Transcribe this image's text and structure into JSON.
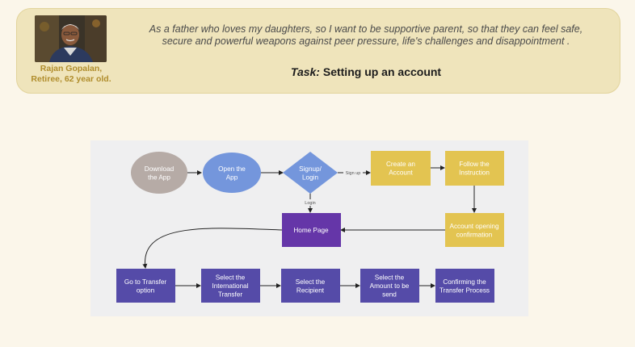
{
  "persona": {
    "name": "Rajan Gopalan, Retiree, 62 year old.",
    "quote_line1": "As a father who loves my daughters, so I want to be supportive parent, so that they can feel safe,",
    "quote_line2": "secure and powerful weapons against peer pressure, life's challenges and disappointment .",
    "task_label": "Task:",
    "task_title": "Setting up an account"
  },
  "flowchart": {
    "nodes": {
      "download": [
        "Download",
        "the App"
      ],
      "open": [
        "Open the",
        "App"
      ],
      "signup": [
        "Signup/",
        "Login"
      ],
      "create": [
        "Create an",
        "Account"
      ],
      "follow": [
        "Follow the",
        "Instruction"
      ],
      "confirm": [
        "Account opening",
        "confirmation"
      ],
      "home": [
        "Home Page"
      ],
      "transfer": [
        "Go to Transfer",
        "option"
      ],
      "intl": [
        "Select the",
        "International",
        "Transfer"
      ],
      "recipient": [
        "Select the",
        "Recipient"
      ],
      "amount": [
        "Select the",
        "Amount to be",
        "send"
      ],
      "confirming": [
        "Confirming the",
        "Transfer Process"
      ]
    },
    "edge_labels": {
      "signup_create": "Sign up",
      "signup_home": "Login"
    },
    "colors": {
      "gray": "#b6aba6",
      "blue": "#7496dc",
      "yellow": "#e3c451",
      "purple": "#6536a8",
      "indigo": "#554ba8"
    }
  }
}
